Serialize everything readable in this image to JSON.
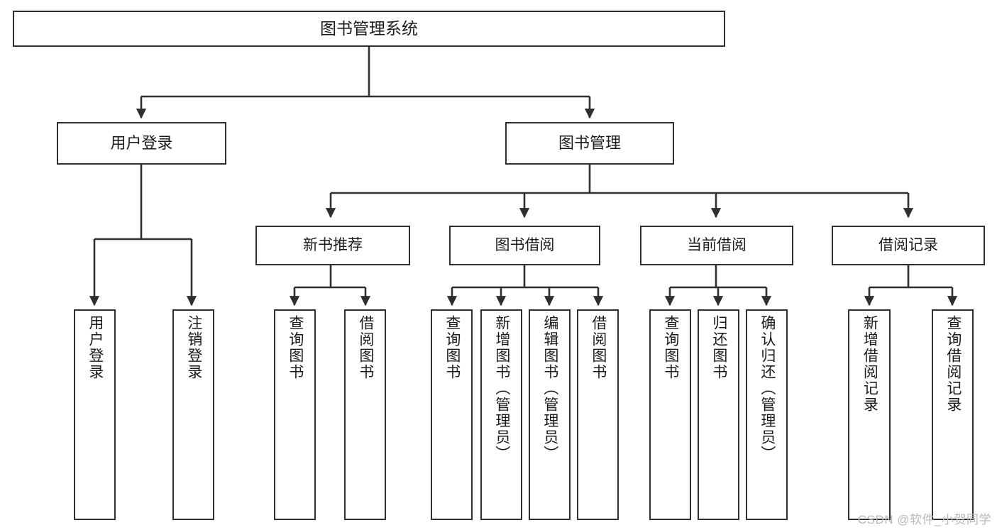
{
  "diagram": {
    "title": "图书管理系统",
    "type": "tree",
    "orientation": "top-down",
    "colors": {
      "box_border": "#2f2f2f",
      "box_fill": "#ffffff",
      "connector": "#2f2f2f",
      "text": "#1b1b1b",
      "watermark": "#b9b9b9",
      "background": "#ffffff"
    }
  },
  "root": {
    "label": "图书管理系统"
  },
  "level2": [
    {
      "label": "用户登录"
    },
    {
      "label": "图书管理"
    }
  ],
  "level3": [
    {
      "label": "新书推荐"
    },
    {
      "label": "图书借阅"
    },
    {
      "label": "当前借阅"
    },
    {
      "label": "借阅记录"
    }
  ],
  "leaves": {
    "user_login": [
      {
        "label": "用户登录"
      },
      {
        "label": "注销登录"
      }
    ],
    "new_book_recommend": [
      {
        "label": "查询图书"
      },
      {
        "label": "借阅图书"
      }
    ],
    "book_borrow": [
      {
        "label": "查询图书"
      },
      {
        "label": "新增图书（管理员）"
      },
      {
        "label": "编辑图书（管理员）"
      },
      {
        "label": "借阅图书"
      }
    ],
    "current_borrow": [
      {
        "label": "查询图书"
      },
      {
        "label": "归还图书"
      },
      {
        "label": "确认归还（管理员）"
      }
    ],
    "borrow_record": [
      {
        "label": "新增借阅记录"
      },
      {
        "label": "查询借阅记录"
      }
    ]
  },
  "watermark": {
    "text": "CSDN @软件_小贺同学"
  }
}
